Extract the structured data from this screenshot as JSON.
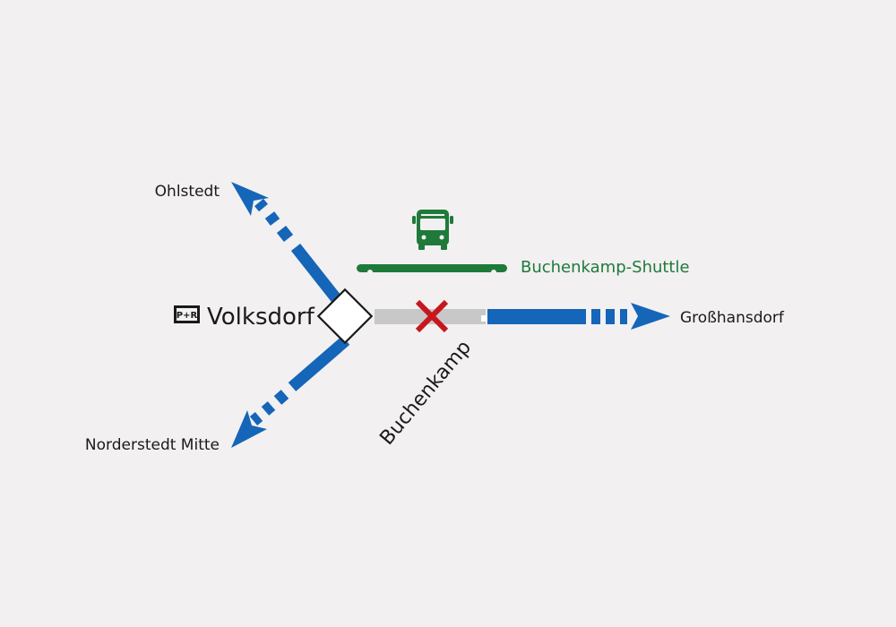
{
  "colors": {
    "background": "#f2f0f1",
    "line": "#1565b8",
    "closed_section": "#c8c8c8",
    "shuttle": "#1f7a3a",
    "closure_mark": "#c8161d",
    "text": "#1a1a1a"
  },
  "station": {
    "name": "Volksdorf",
    "badge": "P+R",
    "icon": "park-and-ride-icon",
    "marker": "interchange-diamond-icon"
  },
  "destinations": {
    "north": "Ohlstedt",
    "south": "Norderstedt Mitte",
    "east": "Großhansdorf"
  },
  "closed_stop": {
    "name": "Buchenkamp",
    "icon": "closure-x-icon"
  },
  "shuttle": {
    "label": "Buchenkamp-Shuttle",
    "icon": "bus-icon"
  }
}
